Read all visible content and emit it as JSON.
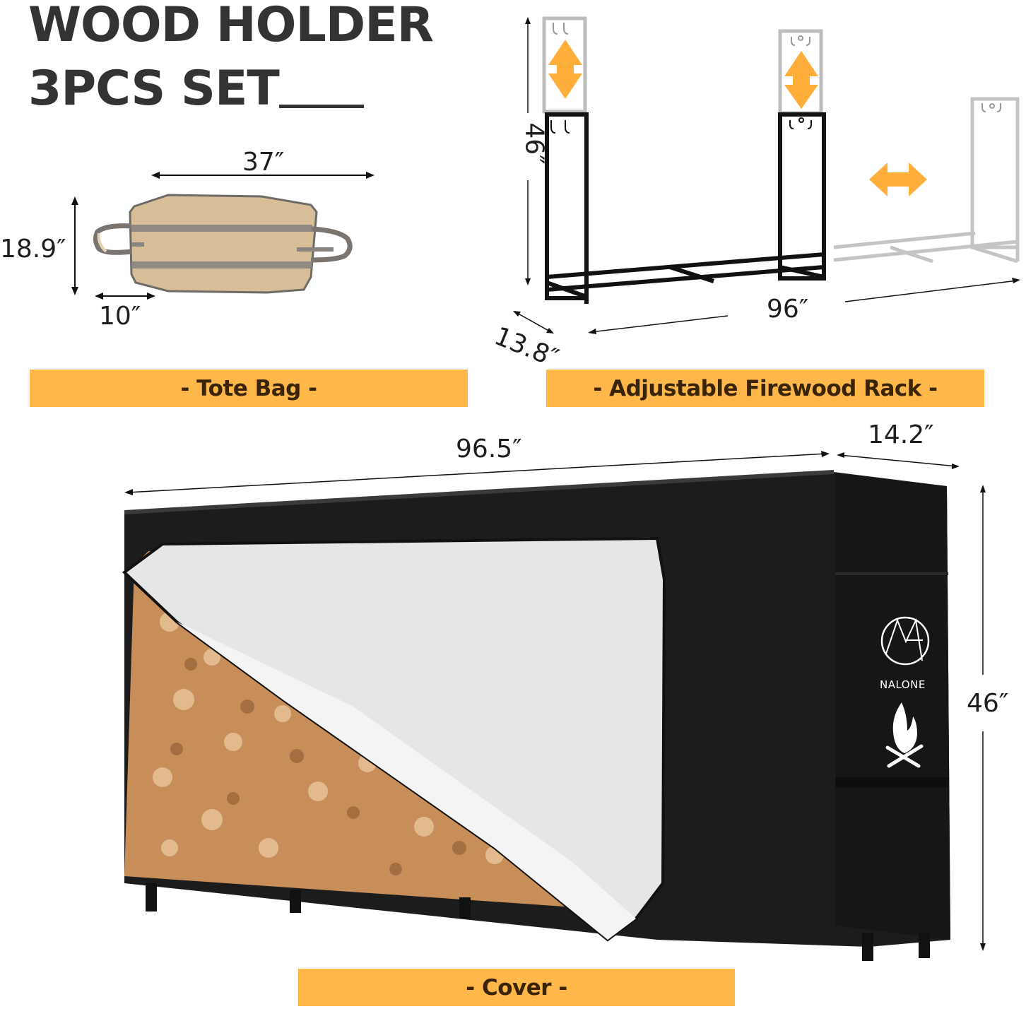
{
  "header": {
    "title_line1": "WOOD HOLDER",
    "title_line2": "3PCS SET"
  },
  "tote_bag": {
    "label": "- Tote Bag -",
    "dimensions": {
      "width": "37″",
      "height": "18.9″",
      "handle": "10″"
    }
  },
  "firewood_rack": {
    "label": "- Adjustable Firewood Rack -",
    "dimensions": {
      "height": "46″",
      "length": "96″",
      "depth": "13.8″"
    }
  },
  "cover": {
    "label": "- Cover -",
    "brand": "NALONE",
    "dimensions": {
      "length": "96.5″",
      "depth": "14.2″",
      "height": "46″"
    }
  },
  "colors": {
    "accent_band": "#ffb74a",
    "band_text": "#3a2408",
    "arrow_orange": "#ffae3b",
    "cover_black": "#1c1c1c",
    "tote_canvas": "#d8bd99"
  }
}
